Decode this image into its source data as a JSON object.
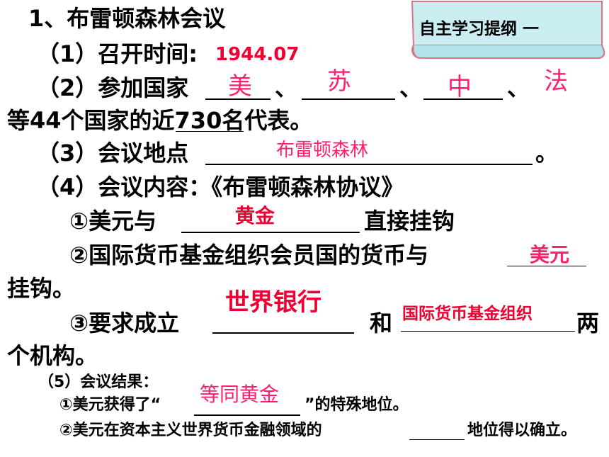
{
  "badge": {
    "label": "自主学习提纲 一"
  },
  "heading": "1、布雷顿森林会议",
  "item1": {
    "label": "（1）召开时间:",
    "answer": "1944.07"
  },
  "item2": {
    "label": "（2）参加国家",
    "sep1": "、",
    "sep2": "、",
    "sep3": "、",
    "answers": [
      "美",
      "苏",
      "中",
      "法"
    ],
    "line2": "等44个国家的近730名代表。"
  },
  "item3": {
    "label": "（3）会议地点",
    "answer": "布雷顿森林",
    "end": "。"
  },
  "item4": {
    "label": "（4）会议内容：《布雷顿森林协议》",
    "sub1": {
      "prefix": "①美元与",
      "answer": "黄金",
      "suffix": "直接挂钩"
    },
    "sub2": {
      "prefix": "②国际货币基金组织会员国的货币与",
      "answer": "美元",
      "line2": "挂钩。"
    },
    "sub3": {
      "prefix": "③要求成立",
      "answer1": "世界银行",
      "middle": "和",
      "answer2": "国际货币基金组织",
      "suffix": "两",
      "line2": "个机构。"
    }
  },
  "item5": {
    "label": "（5）会议结果：",
    "sub1": {
      "prefix": "①美元获得了“",
      "answer": "等同黄金",
      "suffix": "”的特殊地位。"
    },
    "sub2": {
      "text_before": "②美元在资本主义世界货币金融领域的",
      "text_after": "地位得以确立。"
    }
  }
}
